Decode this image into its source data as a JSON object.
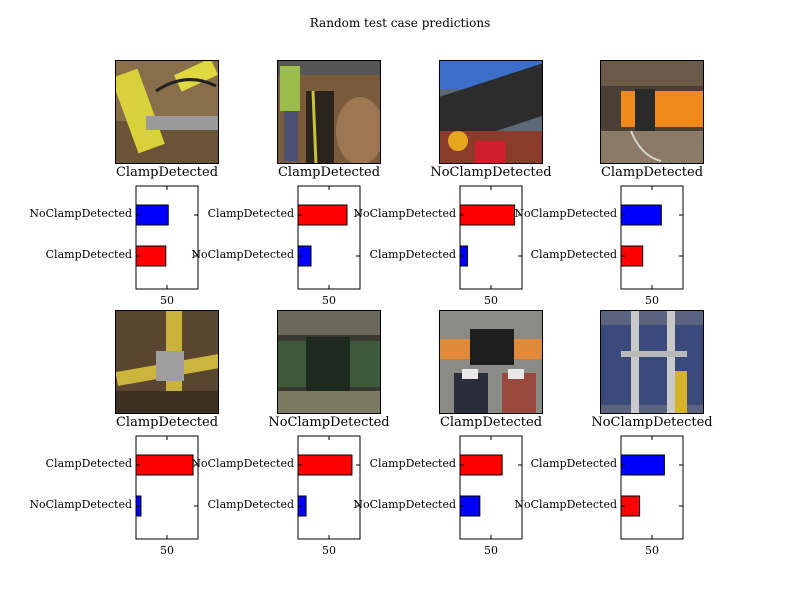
{
  "figure": {
    "title": "Random test case predictions"
  },
  "chart_data": [
    {
      "type": "bar",
      "orientation": "horizontal",
      "prediction": "ClampDetected",
      "image": "yellow pipe with clamp in dirt trench",
      "categories": [
        "ClampDetected",
        "NoClampDetected"
      ],
      "values": [
        48,
        52
      ],
      "colors": [
        "#ff0000",
        "#0000ff"
      ],
      "xticks": [
        50
      ],
      "xlim": [
        0,
        100
      ]
    },
    {
      "type": "bar",
      "orientation": "horizontal",
      "prediction": "ClampDetected",
      "image": "worker in trench with pipe",
      "categories": [
        "NoClampDetected",
        "ClampDetected"
      ],
      "values": [
        21,
        79
      ],
      "colors": [
        "#0000ff",
        "#ff0000"
      ],
      "xticks": [
        50
      ],
      "xlim": [
        0,
        100
      ]
    },
    {
      "type": "bar",
      "orientation": "horizontal",
      "prediction": "NoClampDetected",
      "image": "black pipe coupling close-up",
      "categories": [
        "ClampDetected",
        "NoClampDetected"
      ],
      "values": [
        12,
        88
      ],
      "colors": [
        "#0000ff",
        "#ff0000"
      ],
      "xticks": [
        50
      ],
      "xlim": [
        0,
        100
      ]
    },
    {
      "type": "bar",
      "orientation": "horizontal",
      "prediction": "ClampDetected",
      "image": "orange pipe with fitting",
      "categories": [
        "ClampDetected",
        "NoClampDetected"
      ],
      "values": [
        35,
        65
      ],
      "colors": [
        "#ff0000",
        "#0000ff"
      ],
      "xticks": [
        50
      ],
      "xlim": [
        0,
        100
      ]
    },
    {
      "type": "bar",
      "orientation": "horizontal",
      "prediction": "ClampDetected",
      "image": "yellow pipe with metal fitting in soil",
      "categories": [
        "NoClampDetected",
        "ClampDetected"
      ],
      "values": [
        8,
        92
      ],
      "colors": [
        "#0000ff",
        "#ff0000"
      ],
      "xticks": [
        50
      ],
      "xlim": [
        0,
        100
      ]
    },
    {
      "type": "bar",
      "orientation": "horizontal",
      "prediction": "NoClampDetected",
      "image": "black pipe coupling in equipment",
      "categories": [
        "ClampDetected",
        "NoClampDetected"
      ],
      "values": [
        13,
        87
      ],
      "colors": [
        "#0000ff",
        "#ff0000"
      ],
      "xticks": [
        50
      ],
      "xlim": [
        0,
        100
      ]
    },
    {
      "type": "bar",
      "orientation": "horizontal",
      "prediction": "ClampDetected",
      "image": "orange pipe with black clamp, worker boots",
      "categories": [
        "NoClampDetected",
        "ClampDetected"
      ],
      "values": [
        32,
        68
      ],
      "colors": [
        "#0000ff",
        "#ff0000"
      ],
      "xticks": [
        50
      ],
      "xlim": [
        0,
        100
      ]
    },
    {
      "type": "bar",
      "orientation": "horizontal",
      "prediction": "NoClampDetected",
      "image": "blue tarp with metal frame",
      "categories": [
        "NoClampDetected",
        "ClampDetected"
      ],
      "values": [
        30,
        70
      ],
      "colors": [
        "#ff0000",
        "#0000ff"
      ],
      "xticks": [
        50
      ],
      "xlim": [
        0,
        100
      ]
    }
  ]
}
